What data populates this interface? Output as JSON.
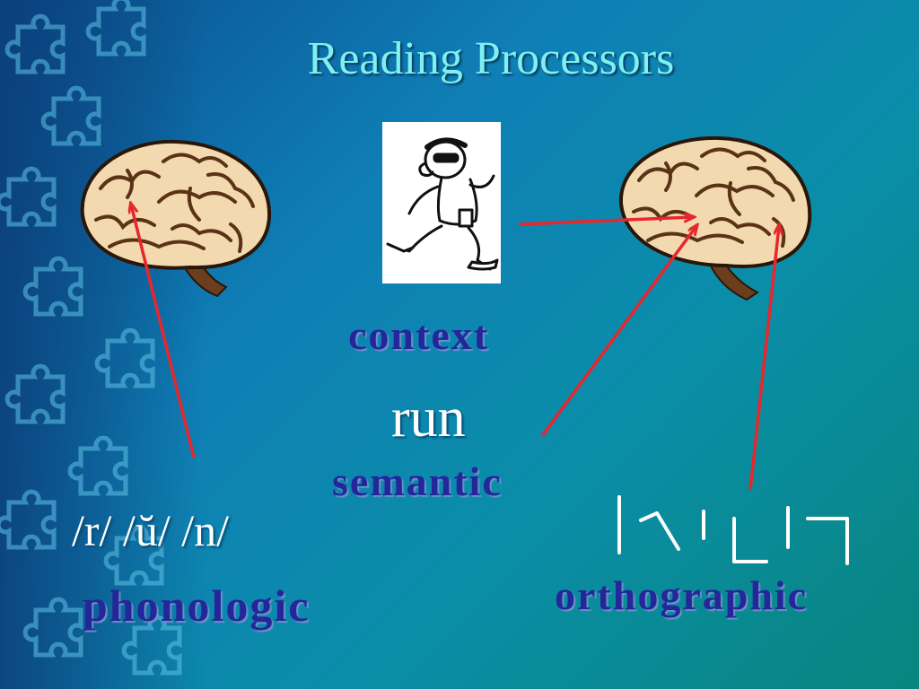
{
  "slide": {
    "title": "Reading Processors",
    "labels": {
      "context": "context",
      "semantic": "semantic",
      "phonologic": "phonologic",
      "orthographic": "orthographic"
    },
    "word": "run",
    "phonemes": "/r/ /ŭ/ /n/"
  },
  "colors": {
    "title": "#7ff0ef",
    "label": "#24269a",
    "arrow": "#e8262c",
    "background": "#0f7fb6"
  },
  "icons": [
    "brain-illustration",
    "runner-illustration",
    "puzzle-piece-icon",
    "arrow-icon"
  ]
}
